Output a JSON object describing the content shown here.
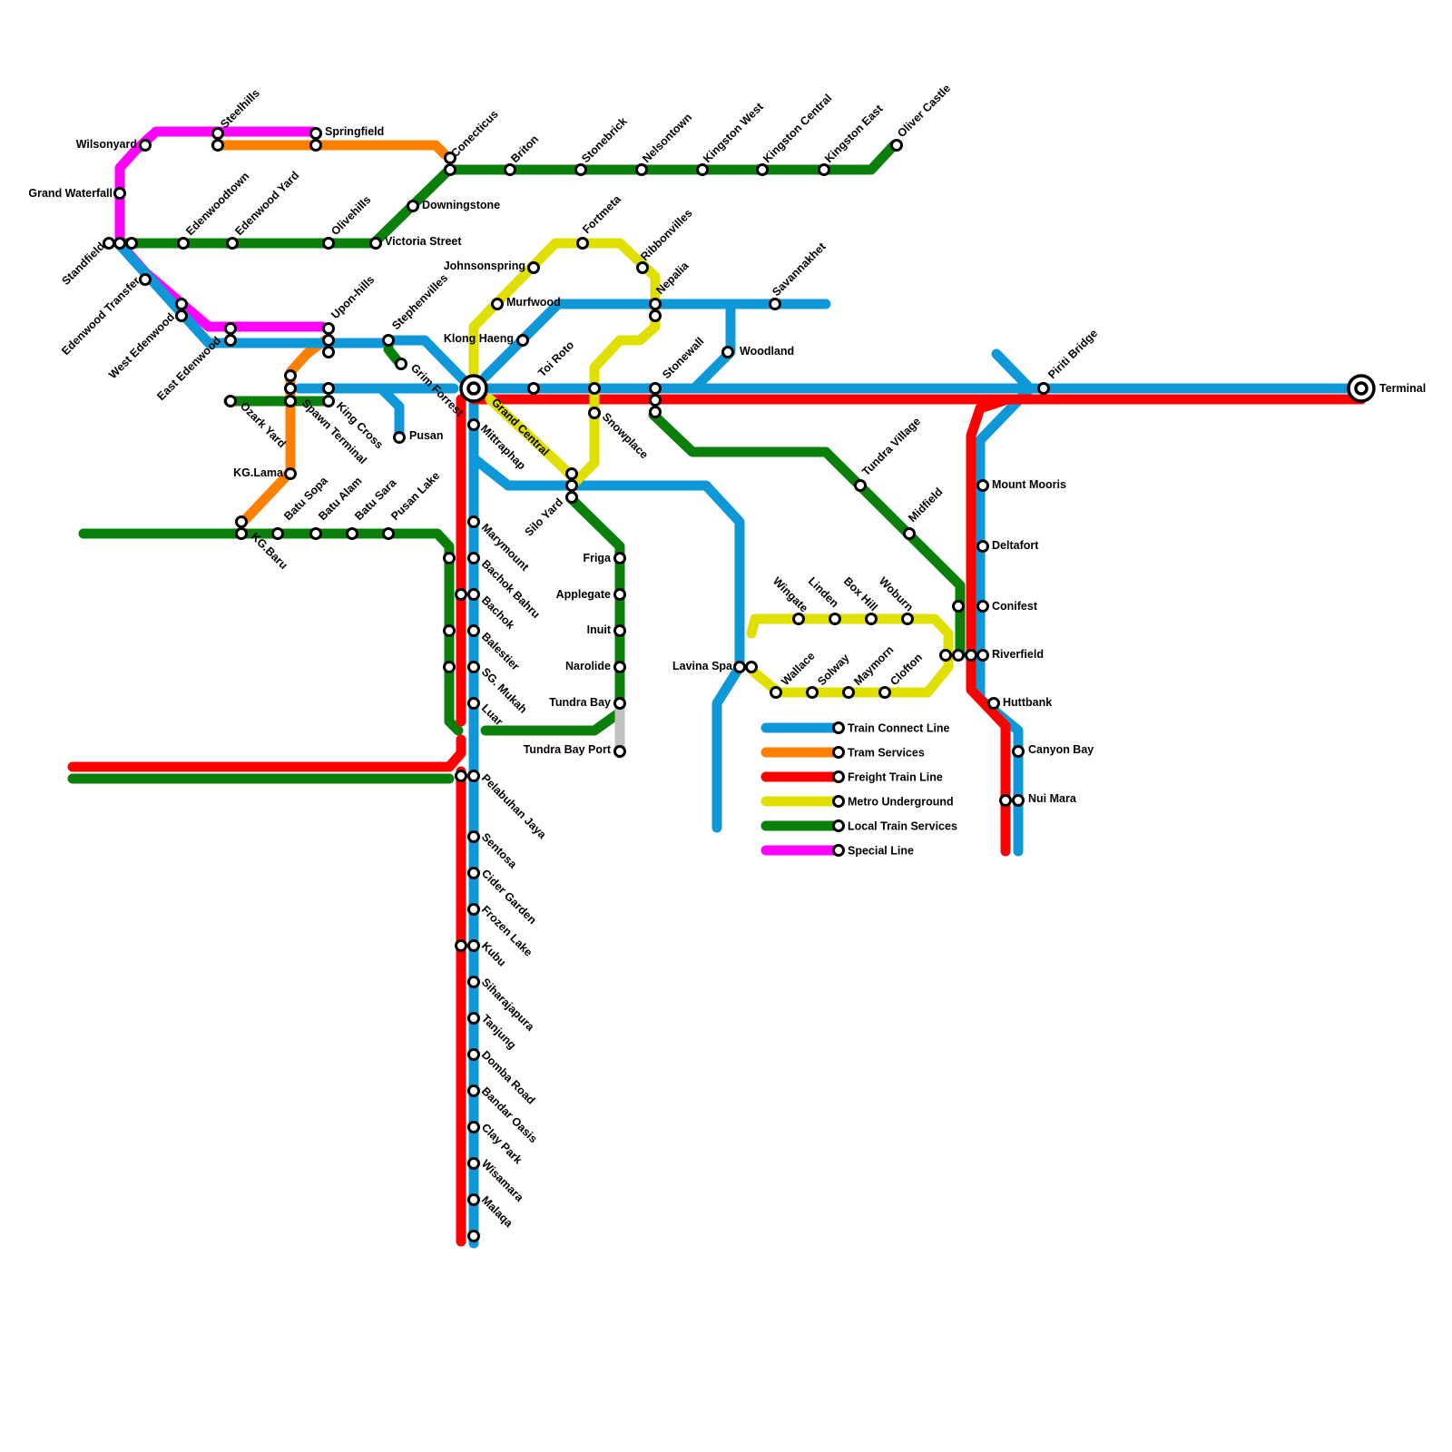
{
  "colors": {
    "train_connect": "#0f98d8",
    "tram": "#ff8000",
    "freight": "#ff0000",
    "metro": "#e0e000",
    "local": "#0a7f0a",
    "special": "#ff00ff",
    "gray": "#c0c0c0"
  },
  "legend": [
    {
      "key": "train_connect",
      "label": "Train Connect Line"
    },
    {
      "key": "tram",
      "label": "Tram Services"
    },
    {
      "key": "freight",
      "label": "Freight Train Line"
    },
    {
      "key": "metro",
      "label": "Metro  Underground"
    },
    {
      "key": "local",
      "label": "Local Train Services"
    },
    {
      "key": "special",
      "label": "Special Line"
    }
  ],
  "stations": [
    {
      "name": "Steelhills"
    },
    {
      "name": "Springfield"
    },
    {
      "name": "Wilsonyard"
    },
    {
      "name": "Conecticus"
    },
    {
      "name": "Briton"
    },
    {
      "name": "Stonebrick"
    },
    {
      "name": "Nelsontown"
    },
    {
      "name": "Kingston West"
    },
    {
      "name": "Kingston Central"
    },
    {
      "name": "Kingston East"
    },
    {
      "name": "Oliver Castle"
    },
    {
      "name": "Grand Waterfall"
    },
    {
      "name": "Downingstone"
    },
    {
      "name": "Edenwoodtown"
    },
    {
      "name": "Edenwood Yard"
    },
    {
      "name": "Olivehills"
    },
    {
      "name": "Victoria Street"
    },
    {
      "name": "Standfield"
    },
    {
      "name": "Fortmeta"
    },
    {
      "name": "Johnsonspring"
    },
    {
      "name": "Ribbonvilles"
    },
    {
      "name": "Edenwood Transfer"
    },
    {
      "name": "Nepalia"
    },
    {
      "name": "Savannakhet"
    },
    {
      "name": "Murfwood"
    },
    {
      "name": "West Edenwood"
    },
    {
      "name": "Upon-hills"
    },
    {
      "name": "Stephenvilles"
    },
    {
      "name": "Klong Haeng"
    },
    {
      "name": "East Edenwood"
    },
    {
      "name": "Woodland"
    },
    {
      "name": "Toi Roto"
    },
    {
      "name": "Stonewall"
    },
    {
      "name": "Grim Forrest"
    },
    {
      "name": "Piriti Bridge"
    },
    {
      "name": "Terminal"
    },
    {
      "name": "Ozark Yard"
    },
    {
      "name": "King Cross"
    },
    {
      "name": "Spawn Terminal"
    },
    {
      "name": "Grand Central"
    },
    {
      "name": "Snowplace"
    },
    {
      "name": "Pusan"
    },
    {
      "name": "Mittraphap"
    },
    {
      "name": "Tundra Village"
    },
    {
      "name": "KG.Lama"
    },
    {
      "name": "Silo Yard"
    },
    {
      "name": "Mount Mooris"
    },
    {
      "name": "Batu Sopa"
    },
    {
      "name": "Batu Alam"
    },
    {
      "name": "Batu Sara"
    },
    {
      "name": "Pusan Lake"
    },
    {
      "name": "Midfield"
    },
    {
      "name": "KG.Baru"
    },
    {
      "name": "Marymount"
    },
    {
      "name": "Deltafort"
    },
    {
      "name": "Friga"
    },
    {
      "name": "Bachok Bahru"
    },
    {
      "name": "Applegate"
    },
    {
      "name": "Wingate"
    },
    {
      "name": "Linden"
    },
    {
      "name": "Box Hill"
    },
    {
      "name": "Woburn"
    },
    {
      "name": "Conifest"
    },
    {
      "name": "Bachok"
    },
    {
      "name": "Inuit"
    },
    {
      "name": "Balestier"
    },
    {
      "name": "Riverfield"
    },
    {
      "name": "Wallace"
    },
    {
      "name": "Solway"
    },
    {
      "name": "Maymorn"
    },
    {
      "name": "Clofton"
    },
    {
      "name": "Narolide"
    },
    {
      "name": "Lavina Spa"
    },
    {
      "name": "SG. Mukah"
    },
    {
      "name": "Tundra Bay"
    },
    {
      "name": "Huttbank"
    },
    {
      "name": "Luar"
    },
    {
      "name": "Tundra Bay Port"
    },
    {
      "name": "Canyon Bay"
    },
    {
      "name": "Pelabuhan Jaya"
    },
    {
      "name": "Nui Mara"
    },
    {
      "name": "Sentosa"
    },
    {
      "name": "Cider Garden"
    },
    {
      "name": "Frozen Lake"
    },
    {
      "name": "Kubu"
    },
    {
      "name": "Siharajapura"
    },
    {
      "name": "Tanjung"
    },
    {
      "name": "Domba Road"
    },
    {
      "name": "Bandar Oasis"
    },
    {
      "name": "Clay Park"
    },
    {
      "name": "Wisamara"
    },
    {
      "name": "Malaqa"
    }
  ]
}
